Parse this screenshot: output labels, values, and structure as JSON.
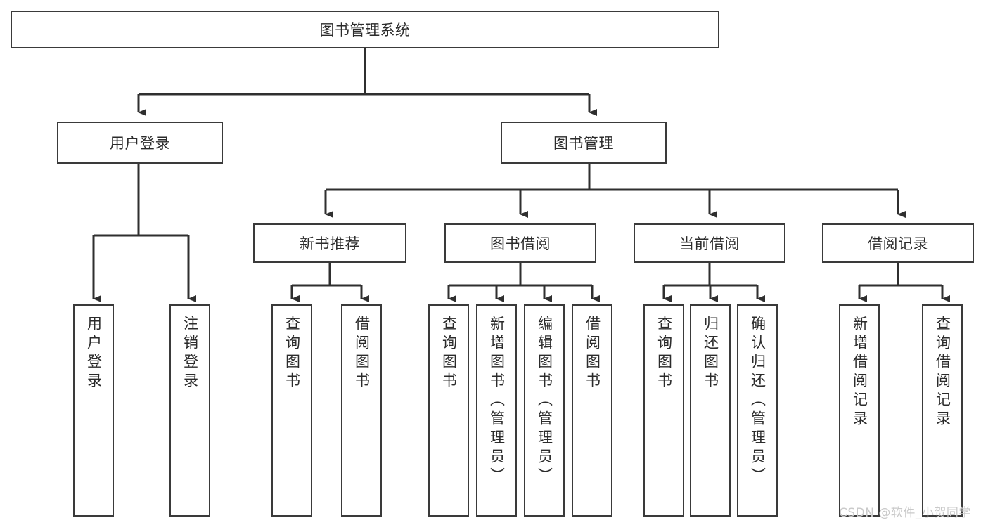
{
  "diagram": {
    "type": "tree-hierarchy",
    "title": "图书管理系统",
    "orientation": "top-down",
    "root": {
      "id": "root",
      "label": "图书管理系统",
      "text_direction": "horizontal"
    },
    "level1": [
      {
        "id": "user-login",
        "label": "用户登录",
        "text_direction": "horizontal"
      },
      {
        "id": "book-manage",
        "label": "图书管理",
        "text_direction": "horizontal"
      }
    ],
    "level2": [
      {
        "id": "new-book-rec",
        "label": "新书推荐",
        "parent": "book-manage",
        "text_direction": "horizontal"
      },
      {
        "id": "book-borrow",
        "label": "图书借阅",
        "parent": "book-manage",
        "text_direction": "horizontal"
      },
      {
        "id": "current-borrow",
        "label": "当前借阅",
        "parent": "book-manage",
        "text_direction": "horizontal"
      },
      {
        "id": "borrow-record",
        "label": "借阅记录",
        "parent": "book-manage",
        "text_direction": "horizontal"
      }
    ],
    "leaves": [
      {
        "id": "leaf-user-login",
        "label": "用户登录",
        "parent": "user-login",
        "text_direction": "vertical"
      },
      {
        "id": "leaf-logout-login",
        "label": "注销登录",
        "parent": "user-login",
        "text_direction": "vertical"
      },
      {
        "id": "leaf-query-book-1",
        "label": "查询图书",
        "parent": "new-book-rec",
        "text_direction": "vertical"
      },
      {
        "id": "leaf-borrow-book-1",
        "label": "借阅图书",
        "parent": "new-book-rec",
        "text_direction": "vertical"
      },
      {
        "id": "leaf-query-book-2",
        "label": "查询图书",
        "parent": "book-borrow",
        "text_direction": "vertical"
      },
      {
        "id": "leaf-add-book",
        "label": "新增图书（管理员）",
        "parent": "book-borrow",
        "text_direction": "vertical"
      },
      {
        "id": "leaf-edit-book",
        "label": "编辑图书（管理员）",
        "parent": "book-borrow",
        "text_direction": "vertical"
      },
      {
        "id": "leaf-borrow-book-2",
        "label": "借阅图书",
        "parent": "book-borrow",
        "text_direction": "vertical"
      },
      {
        "id": "leaf-query-book-3",
        "label": "查询图书",
        "parent": "current-borrow",
        "text_direction": "vertical"
      },
      {
        "id": "leaf-return-book",
        "label": "归还图书",
        "parent": "current-borrow",
        "text_direction": "vertical"
      },
      {
        "id": "leaf-confirm-return",
        "label": "确认归还（管理员）",
        "parent": "current-borrow",
        "text_direction": "vertical"
      },
      {
        "id": "leaf-add-record",
        "label": "新增借阅记录",
        "parent": "borrow-record",
        "text_direction": "vertical"
      },
      {
        "id": "leaf-query-record",
        "label": "查询借阅记录",
        "parent": "borrow-record",
        "text_direction": "vertical"
      }
    ],
    "colors": {
      "box_border": "#3a3a3a",
      "box_fill": "#ffffff",
      "connector": "#2f2f2f",
      "text": "#2b2b2b",
      "background": "#ffffff",
      "watermark": "#c9c9c9"
    }
  },
  "watermark": {
    "text": "CSDN @软件_小贺同学"
  }
}
